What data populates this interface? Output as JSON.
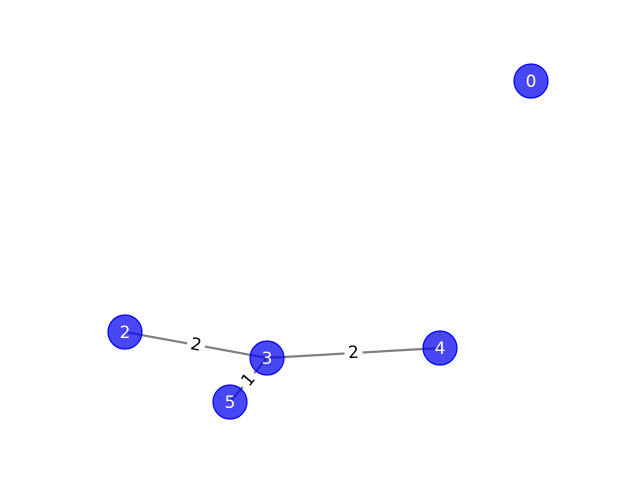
{
  "graph": {
    "colors": {
      "node_fill": "#0000ee",
      "node_stroke": "#0000ff",
      "edge": "#808080",
      "node_label": "#ffffff",
      "edge_label": "#000000"
    },
    "nodes": [
      {
        "id": "0",
        "label": "0"
      },
      {
        "id": "2",
        "label": "2"
      },
      {
        "id": "3",
        "label": "3"
      },
      {
        "id": "4",
        "label": "4"
      },
      {
        "id": "5",
        "label": "5"
      }
    ],
    "edges": [
      {
        "source": "2",
        "target": "3",
        "weight": "2"
      },
      {
        "source": "3",
        "target": "4",
        "weight": "2"
      },
      {
        "source": "3",
        "target": "5",
        "weight": "1"
      }
    ]
  }
}
